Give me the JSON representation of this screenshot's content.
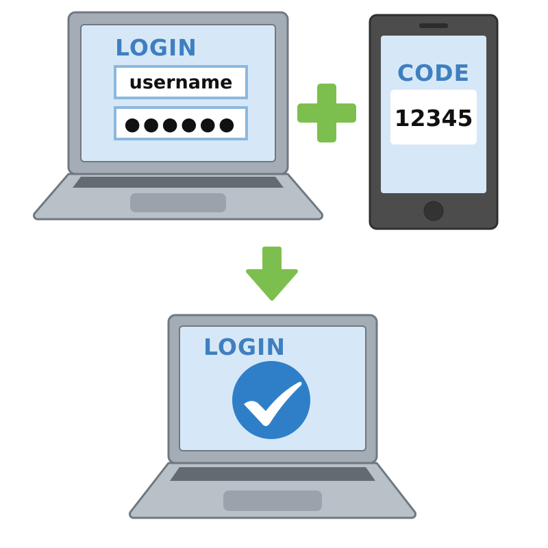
{
  "laptop_top": {
    "title": "LOGIN",
    "username_value": "username",
    "password_value": "●●●●●●"
  },
  "phone": {
    "title": "CODE",
    "code_value": "12345"
  },
  "laptop_bottom": {
    "title": "LOGIN"
  },
  "icons": {
    "plus": "plus-icon",
    "arrow": "arrow-down-icon",
    "check": "checkmark-circle-icon"
  },
  "colors": {
    "title_blue": "#3f7fc0",
    "screen_bg": "#d6e8f7",
    "field_border": "#8cb8e0",
    "accent_green": "#7dbf4e",
    "laptop_gray": "#a4adb6",
    "laptop_dark": "#636b72",
    "phone_body": "#4c4c4c",
    "check_blue": "#2f7fc8"
  }
}
